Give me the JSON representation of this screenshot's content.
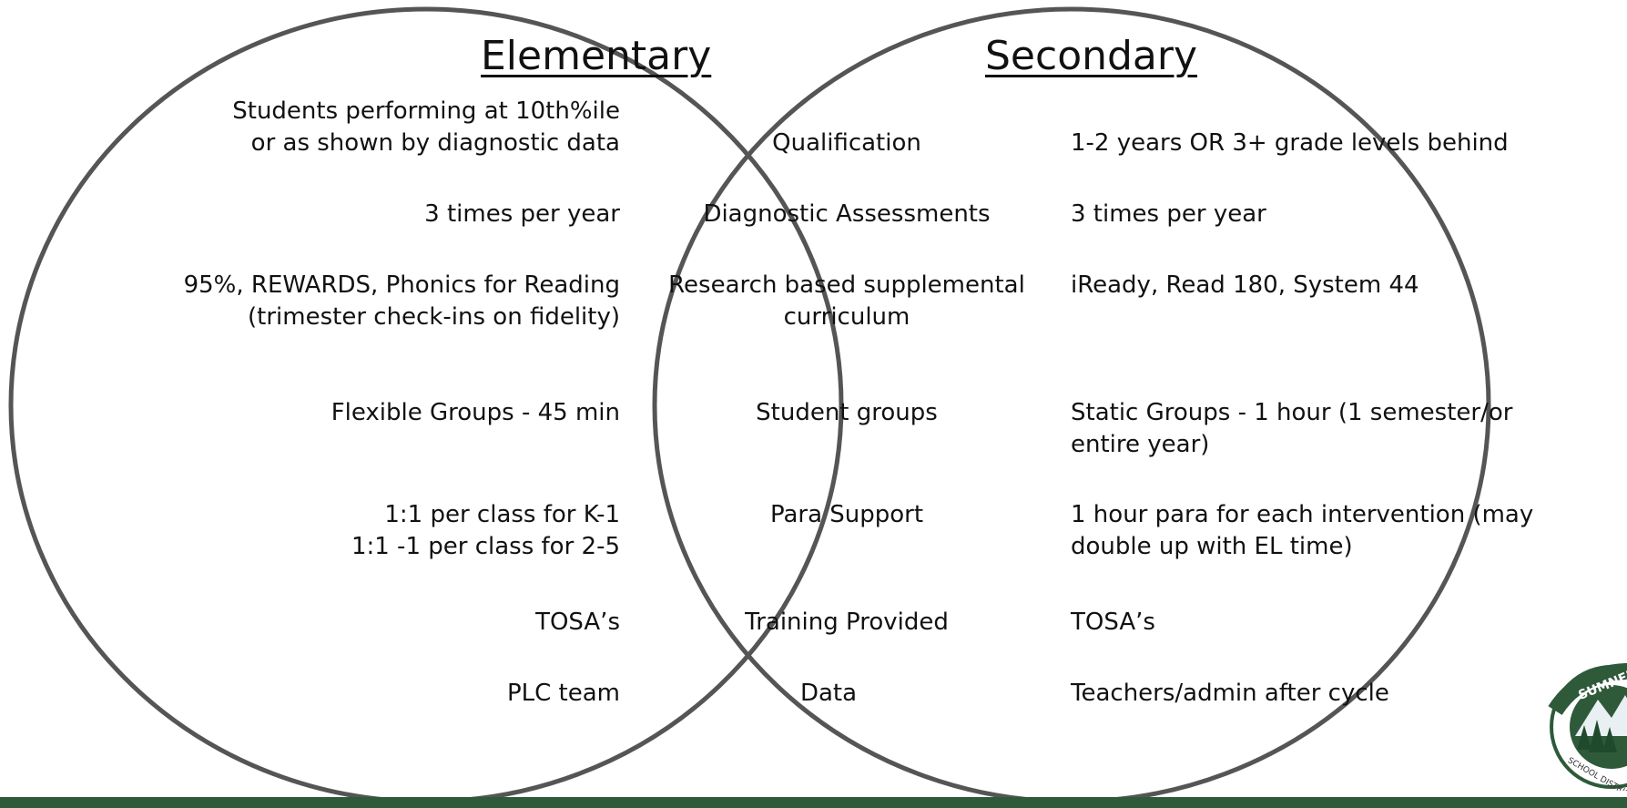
{
  "titles": {
    "elementary": "Elementary",
    "secondary": "Secondary"
  },
  "rows": [
    {
      "left": [
        "Students performing at 10th%ile",
        "or as shown by diagnostic data"
      ],
      "center": [
        "Qualification"
      ],
      "right": [
        "1-2 years OR 3+ grade levels behind"
      ]
    },
    {
      "left": [
        "3 times per year"
      ],
      "center": [
        "Diagnostic Assessments"
      ],
      "right": [
        "3 times per year"
      ]
    },
    {
      "left": [
        "95%, REWARDS, Phonics for Reading",
        "(trimester check-ins on fidelity)"
      ],
      "center": [
        "Research based supplemental",
        "curriculum"
      ],
      "right": [
        "iReady, Read 180, System 44"
      ]
    },
    {
      "left": [
        "Flexible Groups - 45 min"
      ],
      "center": [
        "Student groups"
      ],
      "right": [
        "Static Groups - 1 hour (1 semester/or",
        "entire year)"
      ]
    },
    {
      "left": [
        "1:1 per class for K-1",
        "1:1 -1 per class for 2-5"
      ],
      "center": [
        "Para Support"
      ],
      "right": [
        "1 hour para for each intervention (may",
        "double up with EL time)"
      ]
    },
    {
      "left": [
        "TOSA’s"
      ],
      "center": [
        "Training Provided"
      ],
      "right": [
        "TOSA’s"
      ]
    },
    {
      "left": [
        "PLC team"
      ],
      "center": [
        "Data"
      ],
      "right": [
        "Teachers/admin after cycle"
      ]
    }
  ],
  "logo": {
    "text_top": "SUMNER",
    "text_bottom": "SCHOOL DISTRICT"
  },
  "colors": {
    "circle_stroke": "#555555",
    "brand_green": "#2e5a3a"
  }
}
